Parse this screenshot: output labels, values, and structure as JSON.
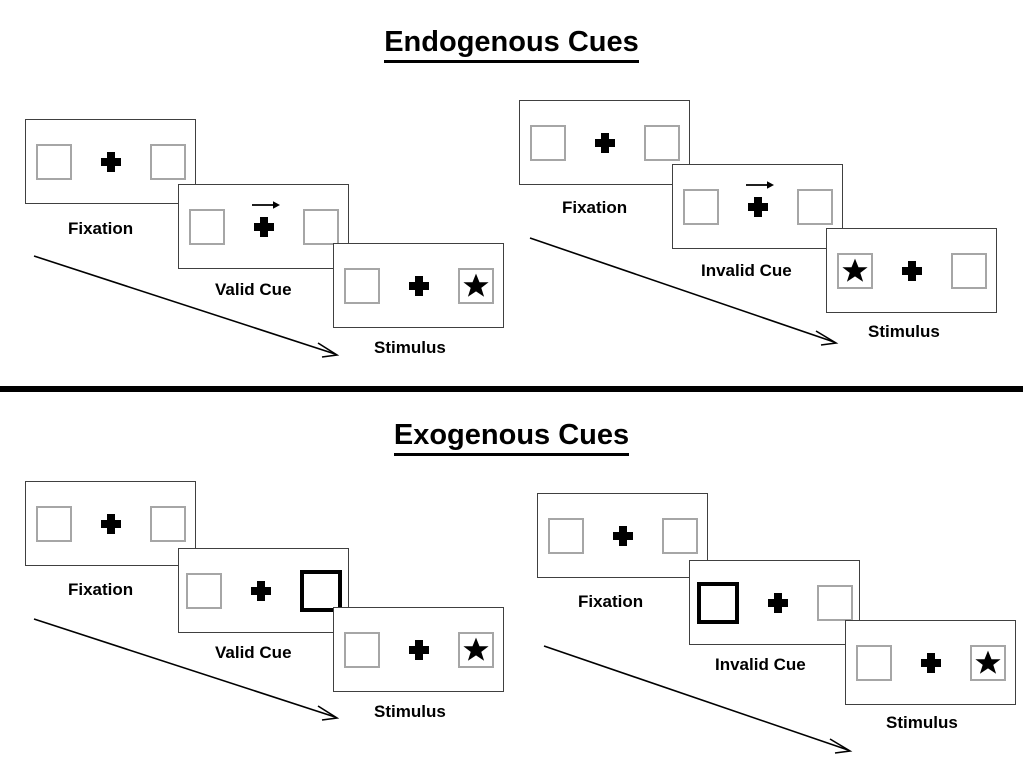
{
  "figure": {
    "title_endogenous": "Endogenous Cues",
    "title_exogenous": "Exogenous Cues",
    "colors": {
      "panel_border": "#404040",
      "placeholder_border": "#a6a6a6",
      "cue_border": "#000000",
      "ink": "#000000",
      "background": "#ffffff"
    }
  },
  "sections": [
    {
      "id": "endogenous",
      "title": "Endogenous Cues",
      "conditions": [
        {
          "id": "endogenous-valid",
          "frames": [
            {
              "label": "Fixation",
              "left_box": "empty",
              "right_box": "empty",
              "cue": "none"
            },
            {
              "label": "Valid Cue",
              "left_box": "empty",
              "right_box": "empty",
              "cue": "arrow-right"
            },
            {
              "label": "Stimulus",
              "left_box": "empty",
              "right_box": "star",
              "cue": "none"
            }
          ]
        },
        {
          "id": "endogenous-invalid",
          "frames": [
            {
              "label": "Fixation",
              "left_box": "empty",
              "right_box": "empty",
              "cue": "none"
            },
            {
              "label": "Invalid Cue",
              "left_box": "empty",
              "right_box": "empty",
              "cue": "arrow-right"
            },
            {
              "label": "Stimulus",
              "left_box": "star",
              "right_box": "empty",
              "cue": "none"
            }
          ]
        }
      ]
    },
    {
      "id": "exogenous",
      "title": "Exogenous Cues",
      "conditions": [
        {
          "id": "exogenous-valid",
          "frames": [
            {
              "label": "Fixation",
              "left_box": "empty",
              "right_box": "empty",
              "cue": "none"
            },
            {
              "label": "Valid Cue",
              "left_box": "empty",
              "right_box": "highlighted",
              "cue": "peripheral-right"
            },
            {
              "label": "Stimulus",
              "left_box": "empty",
              "right_box": "star",
              "cue": "none"
            }
          ]
        },
        {
          "id": "exogenous-invalid",
          "frames": [
            {
              "label": "Fixation",
              "left_box": "empty",
              "right_box": "empty",
              "cue": "none"
            },
            {
              "label": "Invalid Cue",
              "left_box": "highlighted",
              "right_box": "empty",
              "cue": "peripheral-left"
            },
            {
              "label": "Stimulus",
              "left_box": "empty",
              "right_box": "star",
              "cue": "none"
            }
          ]
        }
      ]
    }
  ],
  "labels": {
    "fixation": "Fixation",
    "valid_cue": "Valid Cue",
    "invalid_cue": "Invalid Cue",
    "stimulus": "Stimulus"
  }
}
